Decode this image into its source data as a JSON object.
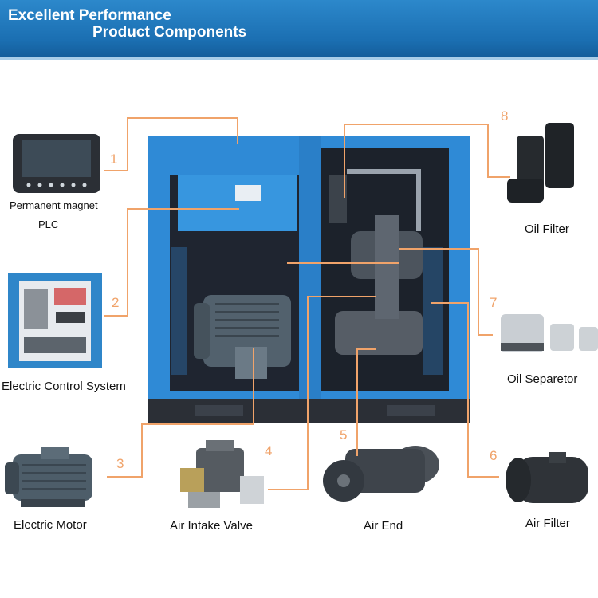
{
  "header": {
    "line1": "Excellent Performance",
    "line2": "Product Components"
  },
  "colors": {
    "header_blue": "#1b6fb2",
    "machine_blue": "#2f8ad6",
    "leader_orange": "#f0a36a"
  },
  "components": [
    {
      "num": "1",
      "label_line1": "Permanent magnet",
      "label_line2": "PLC"
    },
    {
      "num": "2",
      "label": "Electric Control System"
    },
    {
      "num": "3",
      "label": "Electric Motor"
    },
    {
      "num": "4",
      "label": "Air Intake Valve"
    },
    {
      "num": "5",
      "label": "Air End"
    },
    {
      "num": "6",
      "label": "Air Filter"
    },
    {
      "num": "7",
      "label": "Oil Separetor"
    },
    {
      "num": "8",
      "label": "Oil Filter"
    }
  ]
}
